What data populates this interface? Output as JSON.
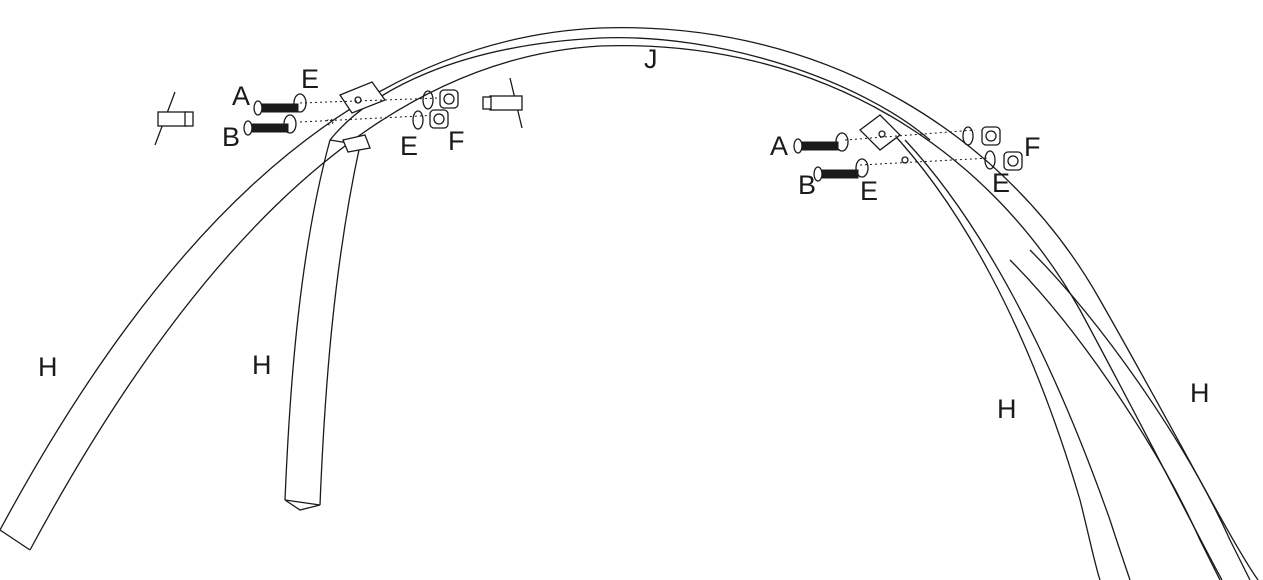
{
  "labels": {
    "connector_top": "J",
    "arch_far_left": "H",
    "arch_inner_left": "H",
    "arch_inner_right": "H",
    "arch_far_right": "H",
    "left_bolt_a": "A",
    "left_bolt_b": "B",
    "left_washer_top": "E",
    "left_washer_bottom": "E",
    "left_nut": "F",
    "right_bolt_a": "A",
    "right_bolt_b": "B",
    "right_washer_bottom_left": "E",
    "right_washer_bottom_right": "E",
    "right_nut": "F"
  },
  "colors": {
    "line": "#1a1a1a",
    "background": "#ffffff"
  }
}
